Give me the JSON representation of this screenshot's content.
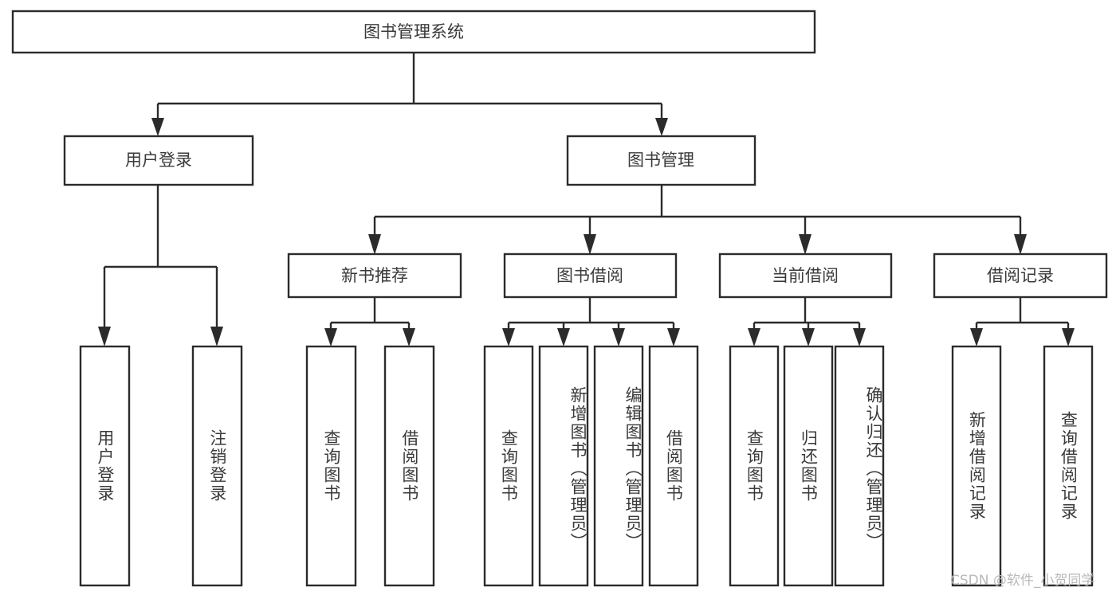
{
  "diagram": {
    "type": "tree-hierarchy",
    "title": "图书管理系统",
    "root": {
      "id": "root",
      "label": "图书管理系统",
      "orientation": "horizontal"
    },
    "level1": [
      {
        "id": "user-login",
        "label": "用户登录",
        "orientation": "horizontal"
      },
      {
        "id": "book-management",
        "label": "图书管理",
        "orientation": "horizontal"
      }
    ],
    "level2": [
      {
        "id": "new-book-recommend",
        "label": "新书推荐",
        "orientation": "horizontal",
        "parent": "book-management"
      },
      {
        "id": "book-borrow",
        "label": "图书借阅",
        "orientation": "horizontal",
        "parent": "book-management"
      },
      {
        "id": "current-borrow",
        "label": "当前借阅",
        "orientation": "horizontal",
        "parent": "book-management"
      },
      {
        "id": "borrow-record",
        "label": "借阅记录",
        "orientation": "horizontal",
        "parent": "book-management"
      }
    ],
    "leaves": [
      {
        "id": "leaf-user-login",
        "label": "用户登录",
        "parent": "user-login"
      },
      {
        "id": "leaf-user-logout",
        "label": "注销登录",
        "parent": "user-login"
      },
      {
        "id": "leaf-query-book-1",
        "label": "查询图书",
        "parent": "new-book-recommend"
      },
      {
        "id": "leaf-borrow-book-1",
        "label": "借阅图书",
        "parent": "new-book-recommend"
      },
      {
        "id": "leaf-query-book-2",
        "label": "查询图书",
        "parent": "book-borrow"
      },
      {
        "id": "leaf-add-book",
        "label": "新增图书（管理员）",
        "parent": "book-borrow"
      },
      {
        "id": "leaf-edit-book",
        "label": "编辑图书（管理员）",
        "parent": "book-borrow"
      },
      {
        "id": "leaf-borrow-book-2",
        "label": "借阅图书",
        "parent": "book-borrow"
      },
      {
        "id": "leaf-query-book-3",
        "label": "查询图书",
        "parent": "current-borrow"
      },
      {
        "id": "leaf-return-book",
        "label": "归还图书",
        "parent": "current-borrow"
      },
      {
        "id": "leaf-confirm-return",
        "label": "确认归还（管理员）",
        "parent": "current-borrow"
      },
      {
        "id": "leaf-add-record",
        "label": "新增借阅记录",
        "parent": "borrow-record"
      },
      {
        "id": "leaf-query-record",
        "label": "查询借阅记录",
        "parent": "borrow-record"
      }
    ]
  },
  "watermark": {
    "text": "CSDN @软件_小贺同学"
  },
  "colors": {
    "stroke": "#2b2b2b",
    "fill": "#ffffff",
    "text": "#3a3a3a",
    "watermark": "#b9b9b9",
    "background": "#ffffff"
  }
}
